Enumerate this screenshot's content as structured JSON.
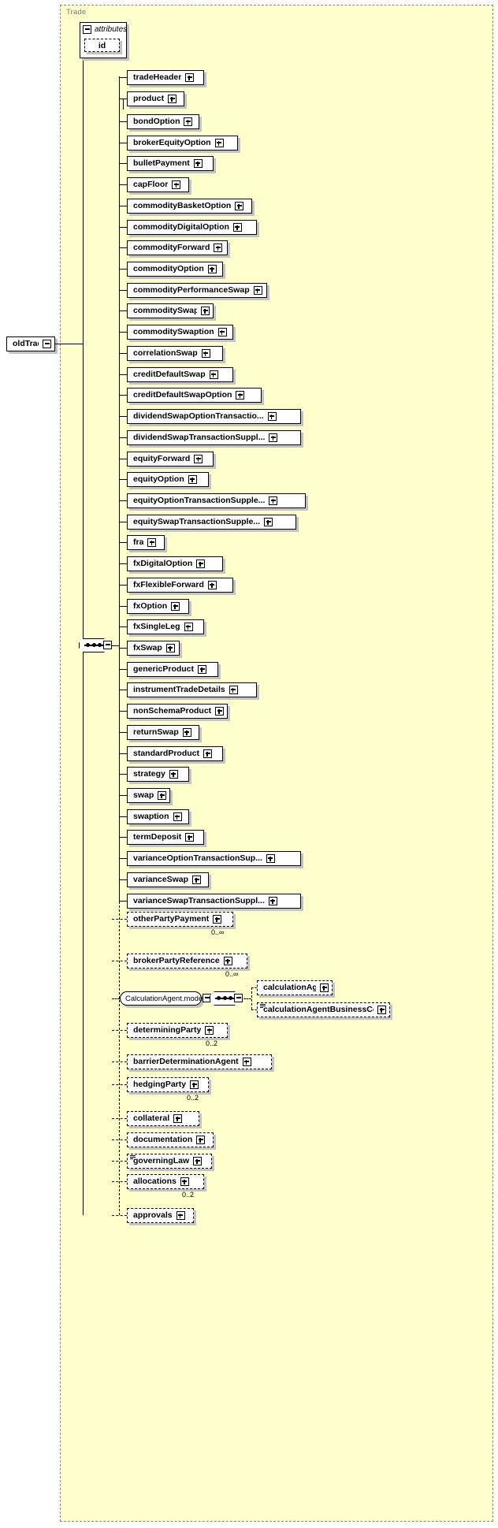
{
  "diagram": {
    "type": "xsd-schema-diagram",
    "root": {
      "label": "oldTrade",
      "toggle": "minus"
    },
    "group": {
      "title": "Trade"
    },
    "attributes": {
      "label": "attributes",
      "toggle": "minus",
      "items": [
        {
          "label": "id"
        }
      ]
    },
    "colors": {
      "group_fill": "#ffffcc",
      "group_border": "#888888",
      "node_fill": "#ffffff",
      "node_border": "#000000",
      "shadow": "#c3c3c3",
      "title_text": "#777777"
    },
    "sequence_marker": "sequence-octagon",
    "top_children": [
      {
        "label": "tradeHeader",
        "toggle": "plus"
      },
      {
        "label": "product",
        "toggle": "plus"
      }
    ],
    "product_substitutions": [
      {
        "label": "bondOption",
        "toggle": "plus"
      },
      {
        "label": "brokerEquityOption",
        "toggle": "plus"
      },
      {
        "label": "bulletPayment",
        "toggle": "plus"
      },
      {
        "label": "capFloor",
        "toggle": "plus"
      },
      {
        "label": "commodityBasketOption",
        "toggle": "plus"
      },
      {
        "label": "commodityDigitalOption",
        "toggle": "plus"
      },
      {
        "label": "commodityForward",
        "toggle": "plus"
      },
      {
        "label": "commodityOption",
        "toggle": "plus"
      },
      {
        "label": "commodityPerformanceSwap",
        "toggle": "plus"
      },
      {
        "label": "commoditySwap",
        "toggle": "plus"
      },
      {
        "label": "commoditySwaption",
        "toggle": "plus"
      },
      {
        "label": "correlationSwap",
        "toggle": "plus"
      },
      {
        "label": "creditDefaultSwap",
        "toggle": "plus"
      },
      {
        "label": "creditDefaultSwapOption",
        "toggle": "plus"
      },
      {
        "label": "dividendSwapOptionTransactio...",
        "toggle": "plus"
      },
      {
        "label": "dividendSwapTransactionSuppl...",
        "toggle": "plus"
      },
      {
        "label": "equityForward",
        "toggle": "plus"
      },
      {
        "label": "equityOption",
        "toggle": "plus"
      },
      {
        "label": "equityOptionTransactionSupple...",
        "toggle": "plus"
      },
      {
        "label": "equitySwapTransactionSupple...",
        "toggle": "plus"
      },
      {
        "label": "fra",
        "toggle": "plus"
      },
      {
        "label": "fxDigitalOption",
        "toggle": "plus"
      },
      {
        "label": "fxFlexibleForward",
        "toggle": "plus"
      },
      {
        "label": "fxOption",
        "toggle": "plus"
      },
      {
        "label": "fxSingleLeg",
        "toggle": "plus"
      },
      {
        "label": "fxSwap",
        "toggle": "plus"
      },
      {
        "label": "genericProduct",
        "toggle": "plus"
      },
      {
        "label": "instrumentTradeDetails",
        "toggle": "plus"
      },
      {
        "label": "nonSchemaProduct",
        "toggle": "plus"
      },
      {
        "label": "returnSwap",
        "toggle": "plus"
      },
      {
        "label": "standardProduct",
        "toggle": "plus"
      },
      {
        "label": "strategy",
        "toggle": "plus"
      },
      {
        "label": "swap",
        "toggle": "plus"
      },
      {
        "label": "swaption",
        "toggle": "plus"
      },
      {
        "label": "termDeposit",
        "toggle": "plus"
      },
      {
        "label": "varianceOptionTransactionSup...",
        "toggle": "plus"
      },
      {
        "label": "varianceSwap",
        "toggle": "plus"
      },
      {
        "label": "varianceSwapTransactionSuppl...",
        "toggle": "plus"
      }
    ],
    "optional_children": [
      {
        "label": "otherPartyPayment",
        "toggle": "plus",
        "cardinality": "0..∞",
        "list": false
      },
      {
        "label": "brokerPartyReference",
        "toggle": "plus",
        "cardinality": "0..∞",
        "list": false
      },
      {
        "label": "determiningParty",
        "toggle": "plus",
        "cardinality": "0..2",
        "list": false
      },
      {
        "label": "barrierDeterminationAgent",
        "toggle": "plus",
        "cardinality": "",
        "list": false
      },
      {
        "label": "hedgingParty",
        "toggle": "plus",
        "cardinality": "0..2",
        "list": false
      },
      {
        "label": "collateral",
        "toggle": "plus",
        "cardinality": "",
        "list": false
      },
      {
        "label": "documentation",
        "toggle": "plus",
        "cardinality": "",
        "list": false
      },
      {
        "label": "governingLaw",
        "toggle": "plus",
        "cardinality": "",
        "list": true
      },
      {
        "label": "allocations",
        "toggle": "plus",
        "cardinality": "0..2",
        "list": false
      },
      {
        "label": "approvals",
        "toggle": "plus",
        "cardinality": "",
        "list": false
      }
    ],
    "calculation_agent_group": {
      "model": {
        "label": "CalculationAgent.model",
        "toggle": "minus"
      },
      "sequence_toggle": "minus",
      "children": [
        {
          "label": "calculationAgent",
          "toggle": "plus",
          "list": false
        },
        {
          "label": "calculationAgentBusinessCenter",
          "toggle": "plus",
          "list": true
        }
      ]
    }
  }
}
